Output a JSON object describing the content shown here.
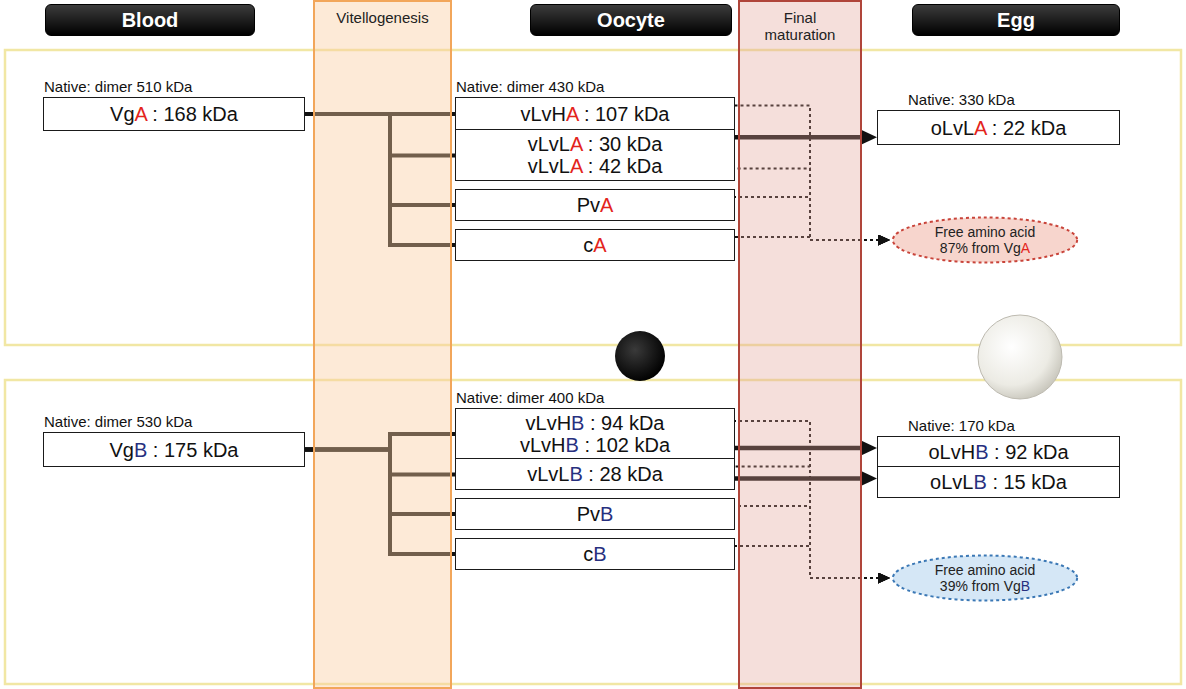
{
  "diagram": {
    "nodes": [
      {
        "text": [
          "Blood"
        ]
      },
      {
        "text": [
          "Vitellogenesis"
        ]
      },
      {
        "text": [
          "Oocyte"
        ]
      },
      {
        "text": [
          "Final maturation"
        ]
      },
      {
        "text": [
          "Egg"
        ]
      },
      {
        "text": [
          "Native: dimer 510 kDa",
          "VgA : 168 kDa"
        ]
      },
      {
        "text": [
          "Native: dimer 430 kDa",
          "vLvHA : 107 kDa"
        ]
      },
      {
        "text": [
          "vLvLA : 30 kDa",
          "vLvLA : 42 kDa"
        ]
      },
      {
        "text": [
          "PvA"
        ]
      },
      {
        "text": [
          "cA"
        ]
      },
      {
        "text": [
          "Native: 330 kDa",
          "oLvLA : 22 kDa"
        ]
      },
      {
        "text": [
          "Free amino acid 87% from VgA"
        ]
      },
      {
        "text": [
          "Native: dimer 530 kDa",
          "VgB : 175 kDa"
        ]
      },
      {
        "text": [
          "Native: dimer 400 kDa",
          "vLvHB : 94 kDa",
          "vLvHB : 102 kDa"
        ]
      },
      {
        "text": [
          "vLvLB : 28 kDa"
        ]
      },
      {
        "text": [
          "PvB"
        ]
      },
      {
        "text": [
          "cB"
        ]
      },
      {
        "text": [
          "Native: 170 kDa",
          "oLvHB : 92 kDa"
        ]
      },
      {
        "text": [
          "oLvLB : 15 kDa"
        ]
      },
      {
        "text": [
          "Free amino acid 39% from VgB"
        ]
      }
    ],
    "edges": [
      {
        "from": 5,
        "to": 6,
        "arrow": "none"
      },
      {
        "from": 5,
        "to": 7,
        "arrow": "none"
      },
      {
        "from": 5,
        "to": 8,
        "arrow": "none"
      },
      {
        "from": 5,
        "to": 9,
        "arrow": "none"
      },
      {
        "from": 7,
        "to": 10,
        "arrow": "to"
      },
      {
        "from": 6,
        "to": 11,
        "arrow": "to"
      },
      {
        "from": 7,
        "to": 11,
        "arrow": "to"
      },
      {
        "from": 8,
        "to": 11,
        "arrow": "to"
      },
      {
        "from": 9,
        "to": 11,
        "arrow": "to"
      },
      {
        "from": 12,
        "to": 13,
        "arrow": "none"
      },
      {
        "from": 12,
        "to": 14,
        "arrow": "none"
      },
      {
        "from": 12,
        "to": 15,
        "arrow": "none"
      },
      {
        "from": 12,
        "to": 16,
        "arrow": "none"
      },
      {
        "from": 13,
        "to": 17,
        "arrow": "to"
      },
      {
        "from": 14,
        "to": 18,
        "arrow": "to"
      },
      {
        "from": 13,
        "to": 19,
        "arrow": "to"
      },
      {
        "from": 14,
        "to": 19,
        "arrow": "to"
      },
      {
        "from": 15,
        "to": 19,
        "arrow": "to"
      },
      {
        "from": 16,
        "to": 19,
        "arrow": "to"
      }
    ]
  }
}
